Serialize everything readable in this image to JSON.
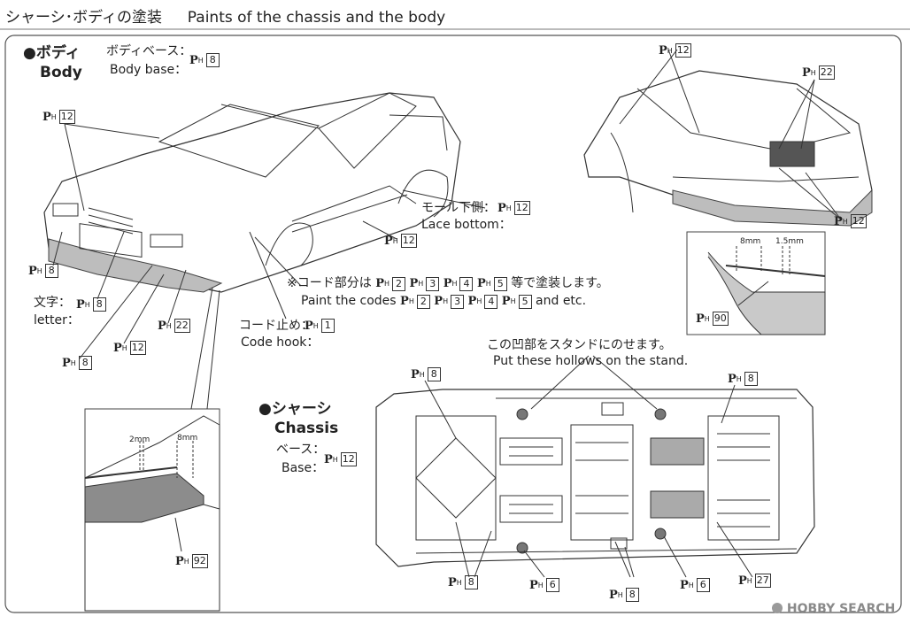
{
  "header": {
    "title_jp": "シャーシ･ボディの塗装",
    "title_en": "Paints of the chassis and the body"
  },
  "body_section": {
    "title_jp": "●ボディ",
    "title_en": "Body"
  },
  "chassis_section": {
    "title_jp": "●シャーシ",
    "title_en": "Chassis"
  },
  "labels": {
    "body_base_jp": "ボディベース：",
    "body_base_en": "Body base：",
    "lace_jp": "モール下側：",
    "lace_en": "Lace bottom：",
    "letter_jp": "文字：",
    "letter_en": "letter：",
    "codes_note_jp_pre": "※コード部分は",
    "codes_note_jp_post": "等で塗装します。",
    "codes_note_en_pre": "Paint the codes",
    "codes_note_en_post": "and etc.",
    "code_hook_jp": "コード止め：",
    "code_hook_en": "Code hook：",
    "stand_jp": "この凹部をスタンドにのせます。",
    "stand_en": "Put these hollows on the stand.",
    "base_jp": "ベース：",
    "base_en": "Base：",
    "dim_8mm_a": "8mm",
    "dim_15mm": "1.5mm",
    "dim_2mm": "2mm",
    "dim_8mm_b": "8mm"
  },
  "paint_prefix": "P",
  "paint_sub": "H",
  "codes": {
    "body_base": "8",
    "front_top": "12",
    "lace": "12",
    "side": "12",
    "rear_top": "12",
    "rear_window": "22",
    "rear_right": "12",
    "left_8": "8",
    "letter": "8",
    "bumper": "22",
    "mid_12": "12",
    "low_8": "8",
    "code_hook": "1",
    "codes_list": [
      "2",
      "3",
      "4",
      "5"
    ],
    "inset_90": "90",
    "inset_92": "92",
    "chassis_base": "12",
    "ch_top_left": "8",
    "ch_top_right": "8",
    "ch_bot_left": "8",
    "ch_bot_6a": "6",
    "ch_bot_8": "8",
    "ch_bot_6b": "6",
    "ch_bot_27": "27"
  },
  "watermark": "HOBBY SEARCH"
}
